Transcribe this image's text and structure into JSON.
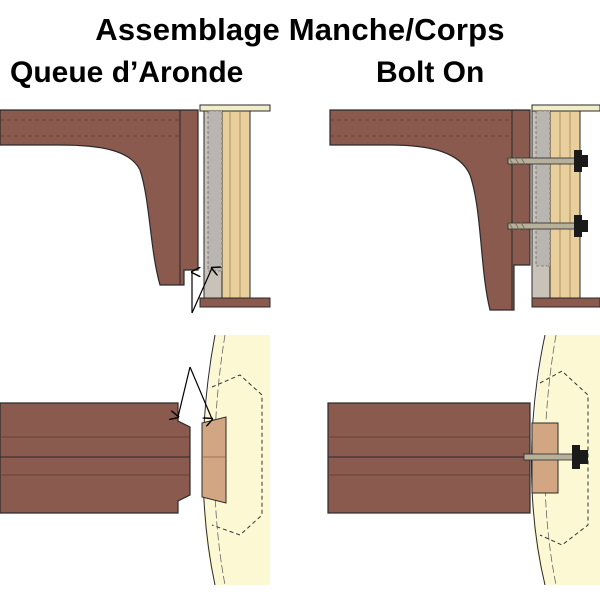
{
  "header": {
    "title": "Assemblage Manche/Corps",
    "left_label": "Queue d’Aronde",
    "right_label": "Bolt On"
  },
  "colors": {
    "neck_wood": "#8b5a4f",
    "body_wood": "#e8cf9c",
    "body_wood_dark": "#d4b47c",
    "top_plate": "#f2edc9",
    "body_top_view": "#fdf8d4",
    "dovetail_block": "#d3a683",
    "bolt_steel": "#b7b09a",
    "bolt_nut": "#1a1a1a",
    "outline": "#2a2a2a"
  },
  "icons": {
    "pointer_arrow": "arrow-icon",
    "bolt": "bolt-icon"
  }
}
